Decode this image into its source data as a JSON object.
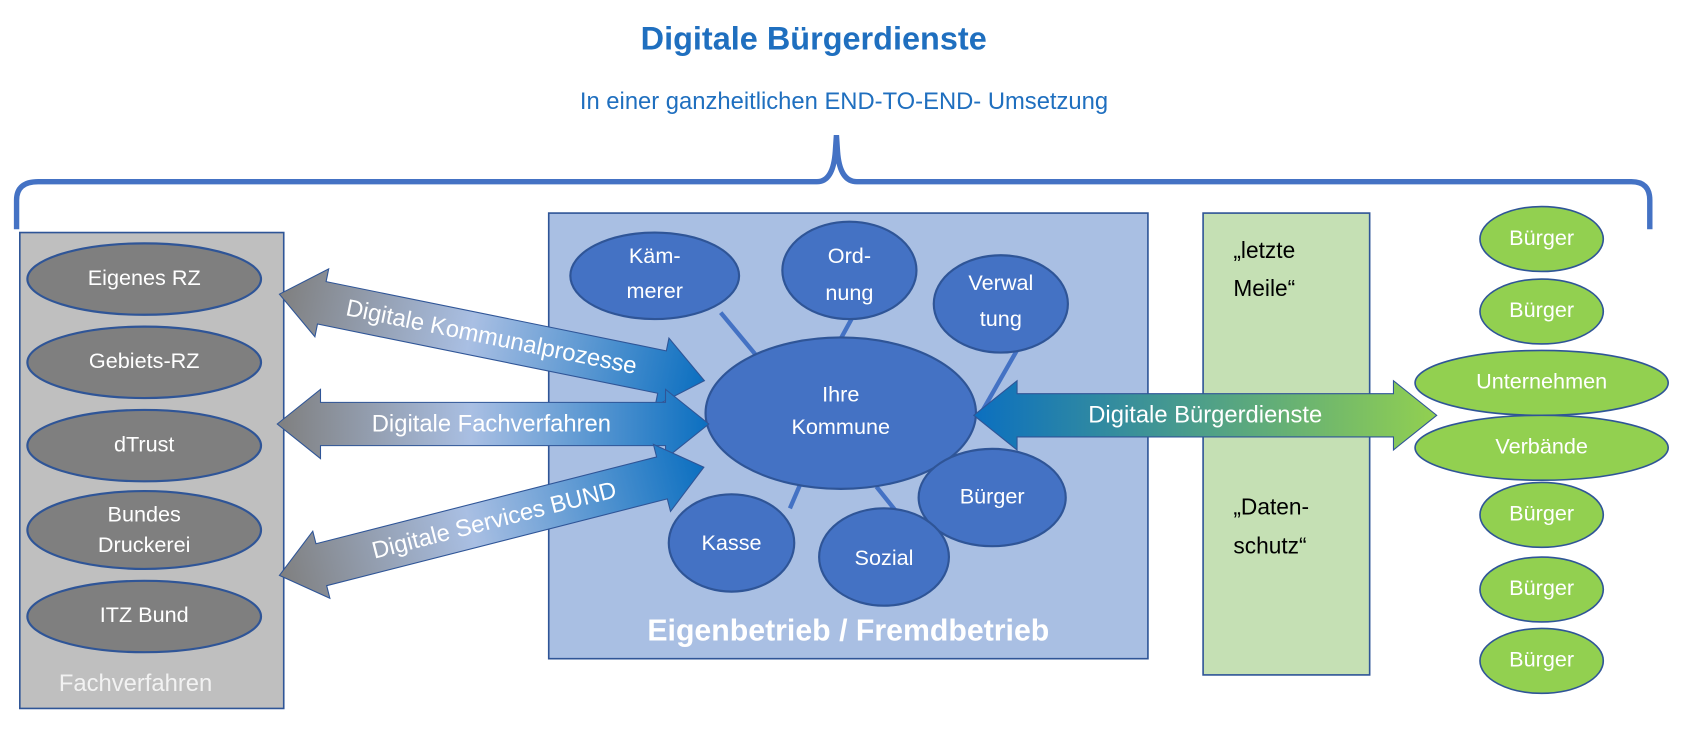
{
  "title": "Digitale Bürgerdienste",
  "subtitle": "In einer ganzheitlichen END-TO-END- Umsetzung",
  "colors": {
    "title": "#1f6fbf",
    "bracket": "#4472c4",
    "gray_box": "#bfbfbf",
    "gray_node": "#7f7f7f",
    "blue_box": "#a9bfe3",
    "blue_node": "#4472c4",
    "green_box": "#c5e0b4",
    "green_node": "#92d050",
    "outline": "#2f5597"
  },
  "fachverfahren": {
    "label": "Fachverfahren",
    "nodes": [
      "Eigenes RZ",
      "Gebiets-RZ",
      "dTrust",
      [
        "Bundes",
        "Druckerei"
      ],
      "ITZ Bund"
    ]
  },
  "arrows": {
    "kommunalprozesse": "Digitale Kommunalprozesse",
    "fachverfahren": "Digitale Fachverfahren",
    "services_bund": "Digitale Services BUND",
    "buergerdienste": "Digitale Bürgerdienste"
  },
  "betrieb": {
    "label": "Eigenbetrieb / Fremdbetrieb",
    "center": [
      "Ihre",
      "Kommune"
    ],
    "nodes": {
      "kaemmerer": [
        "Käm-",
        "merer"
      ],
      "ordnung": [
        "Ord-",
        "nung"
      ],
      "verwaltung": [
        "Verwal",
        "tung"
      ],
      "buerger": "Bürger",
      "sozial": "Sozial",
      "kasse": "Kasse"
    }
  },
  "letzte_meile": {
    "line1": "„letzte",
    "line2": "Meile“",
    "line3": "„Daten-",
    "line4": "schutz“"
  },
  "empfaenger": [
    "Bürger",
    "Bürger",
    "Unternehmen",
    "Verbände",
    "Bürger",
    "Bürger",
    "Bürger"
  ]
}
